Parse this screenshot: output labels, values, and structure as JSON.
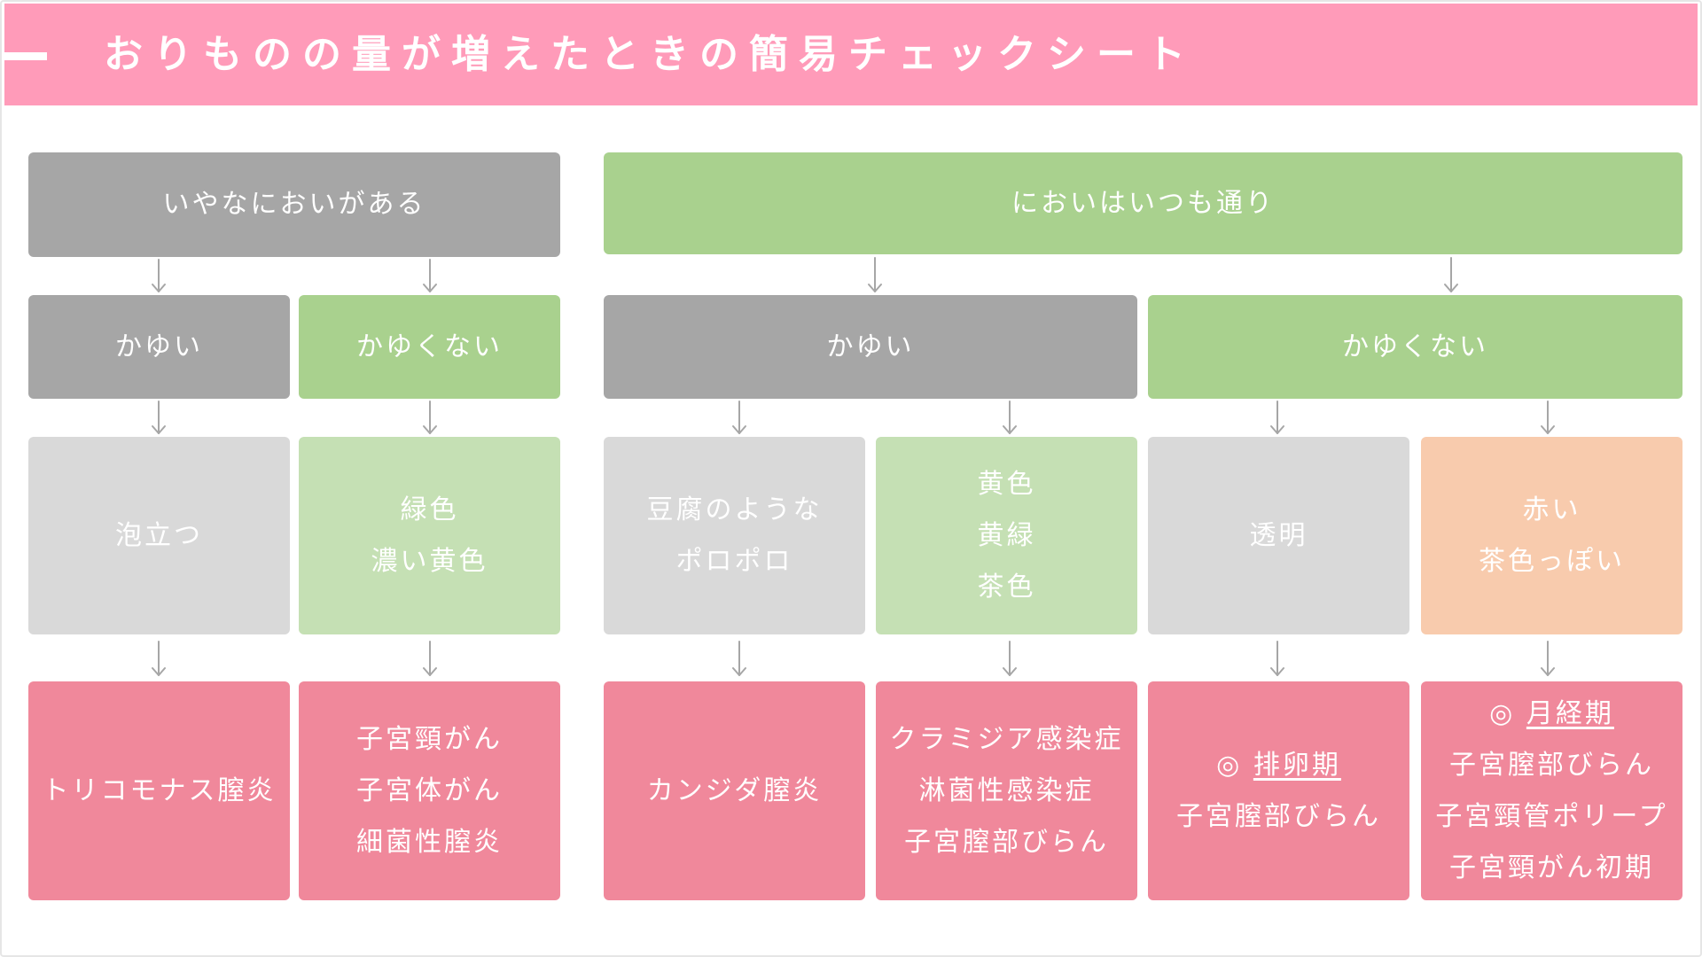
{
  "title": "おりものの量が増えたときの簡易チェックシート",
  "colors": {
    "header": "#ff9bb9",
    "gray": "#a6a6a6",
    "green": "#a9d18e",
    "light_gray": "#d9d9d9",
    "light_green": "#c5e0b4",
    "peach": "#f8cbad",
    "pink": "#f0889b",
    "arrow": "#a6a6a6"
  },
  "branches": {
    "smell_bad": {
      "label": "いやなにおいがある",
      "itchy": {
        "label": "かゆい",
        "symptom": [
          "泡立つ"
        ],
        "diagnosis": [
          "トリコモナス膣炎"
        ]
      },
      "not_itchy": {
        "label": "かゆくない",
        "symptom": [
          "緑色",
          "濃い黄色"
        ],
        "diagnosis": [
          "子宮頸がん",
          "子宮体がん",
          "細菌性膣炎"
        ]
      }
    },
    "smell_normal": {
      "label": "においはいつも通り",
      "itchy": {
        "label": "かゆい",
        "cases": [
          {
            "symptom": [
              "豆腐のような",
              "ポロポロ"
            ],
            "diagnosis": [
              "カンジダ膣炎"
            ]
          },
          {
            "symptom": [
              "黄色",
              "黄緑",
              "茶色"
            ],
            "diagnosis": [
              "クラミジア感染症",
              "淋菌性感染症",
              "子宮膣部びらん"
            ]
          }
        ]
      },
      "not_itchy": {
        "label": "かゆくない",
        "cases": [
          {
            "symptom": [
              "透明"
            ],
            "diagnosis_mark": "◎",
            "diagnosis_highlight": "排卵期",
            "diagnosis": [
              "子宮膣部びらん"
            ]
          },
          {
            "symptom": [
              "赤い",
              "茶色っぽい"
            ],
            "diagnosis_mark": "◎",
            "diagnosis_highlight": "月経期",
            "diagnosis": [
              "子宮膣部びらん",
              "子宮頸管ポリープ",
              "子宮頸がん初期"
            ]
          }
        ]
      }
    }
  }
}
